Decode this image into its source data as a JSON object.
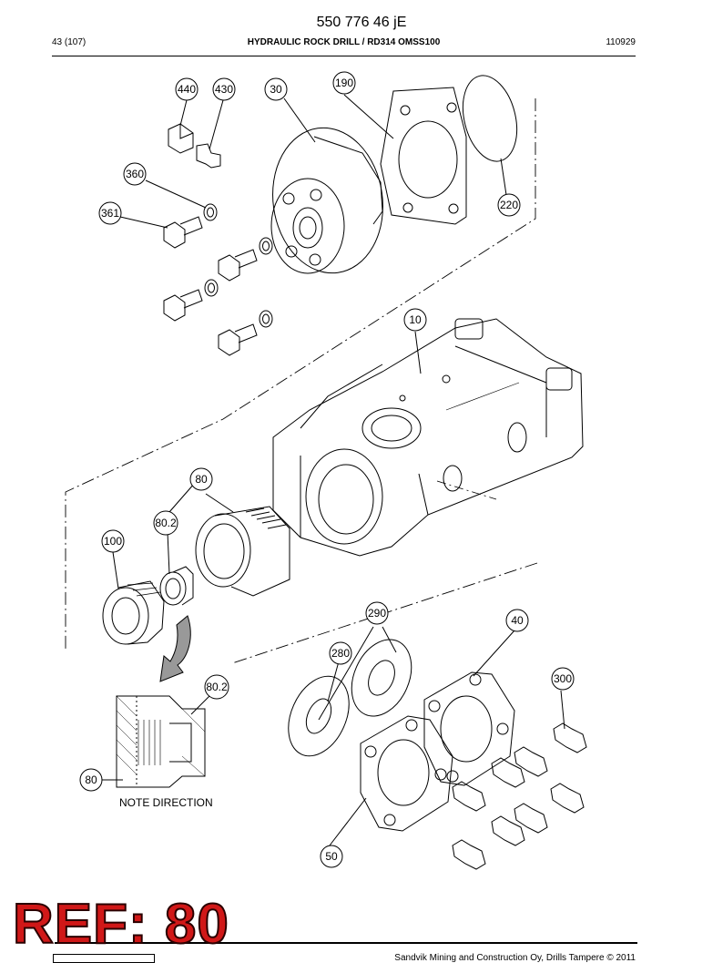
{
  "header": {
    "doc_number": "550 776 46 jE",
    "page": "43 (107)",
    "title": "HYDRAULIC ROCK DRILL / RD314 OMSS100",
    "code": "110929"
  },
  "callouts": {
    "c440": "440",
    "c430": "430",
    "c30": "30",
    "c190": "190",
    "c360": "360",
    "c361": "361",
    "c220": "220",
    "c10": "10",
    "c80": "80",
    "c802a": "80.2",
    "c100": "100",
    "c290": "290",
    "c40": "40",
    "c280": "280",
    "c300": "300",
    "c802b": "80.2",
    "c80b": "80",
    "c50": "50"
  },
  "note": "NOTE DIRECTION",
  "stamp": "REF: 80",
  "footer": {
    "copyright": "Sandvik Mining and Construction Oy, Drills Tampere © 2011"
  }
}
